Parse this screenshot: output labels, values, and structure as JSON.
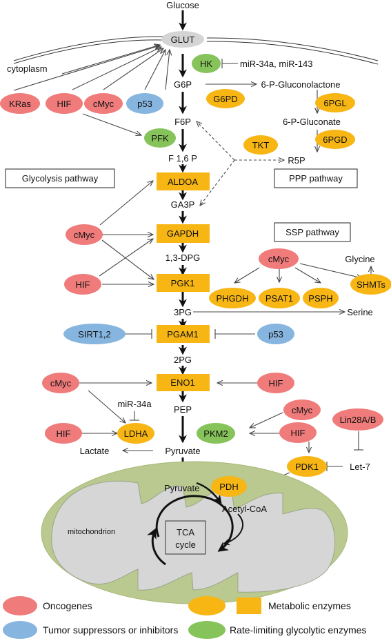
{
  "colors": {
    "oncogene": "#f07b7b",
    "suppressor": "#86b5df",
    "enzyme": "#f7b614",
    "rate_limiting": "#86c35a",
    "glut": "#d4d4d4",
    "mito_outer": "#b9c98f",
    "mito_inner": "#d6d6d6"
  },
  "labels": {
    "glucose": "Glucose",
    "glut": "GLUT",
    "cytoplasm": "cytoplasm",
    "hk": "HK",
    "mir34a_143": "miR-34a, miR-143",
    "g6p": "G6P",
    "g6pd": "G6PD",
    "gluconolactone": "6-P-Gluconolactone",
    "sixpgl": "6PGL",
    "gluconate": "6-P-Gluconate",
    "sixpgd": "6PGD",
    "tkt": "TKT",
    "r5p": "R5P",
    "kras": "KRas",
    "hif_top": "HIF",
    "cmyc_top": "cMyc",
    "p53_top": "p53",
    "f6p": "F6P",
    "pfk": "PFK",
    "f16p": "F 1,6 P",
    "glycolysis_pathway": "Glycolysis pathway",
    "ppp_pathway": "PPP pathway",
    "aldoa": "ALDOA",
    "ga3p": "GA3P",
    "cmyc_gapdh": "cMyc",
    "gapdh": "GAPDH",
    "ssp_pathway": "SSP pathway",
    "dpg13": "1,3-DPG",
    "cmyc_ssp": "cMyc",
    "glycine": "Glycine",
    "hif_pgk": "HIF",
    "pgk1": "PGK1",
    "phgdh": "PHGDH",
    "psat1": "PSAT1",
    "psph": "PSPH",
    "shmts": "SHMTs",
    "pg3": "3PG",
    "serine": "Serine",
    "sirt": "SIRT1,2",
    "pgam1": "PGAM1",
    "p53_pgam": "p53",
    "pg2": "2PG",
    "cmyc_eno": "cMyc",
    "eno1": "ENO1",
    "hif_eno": "HIF",
    "mir34a": "miR-34a",
    "pep": "PEP",
    "cmyc_pkm": "cMyc",
    "lin28": "Lin28A/B",
    "hif_ldha": "HIF",
    "ldha": "LDHA",
    "pkm2": "PKM2",
    "hif_pkm": "HIF",
    "lactate": "Lactate",
    "pyruvate": "Pyruvate",
    "pdk1": "PDK1",
    "let7": "Let-7",
    "pyruvate_mito": "Pyruvate",
    "pdh": "PDH",
    "acetyl_coa": "Acetyl-CoA",
    "mitochondrion": "mitochondrion",
    "tca_line1": "TCA",
    "tca_line2": "cycle"
  },
  "legend": {
    "oncogenes": "Oncogenes",
    "metabolic_enzymes": "Metabolic enzymes",
    "suppressors": "Tumor suppressors or inhibitors",
    "rate_limiting": "Rate-limiting glycolytic enzymes"
  }
}
